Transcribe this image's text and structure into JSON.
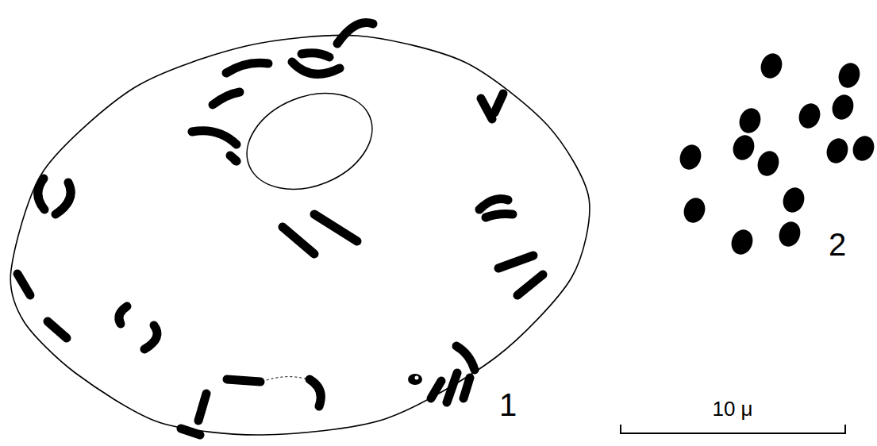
{
  "diagram": {
    "labels": [
      "1",
      "2",
      "10 μ"
    ]
  }
}
